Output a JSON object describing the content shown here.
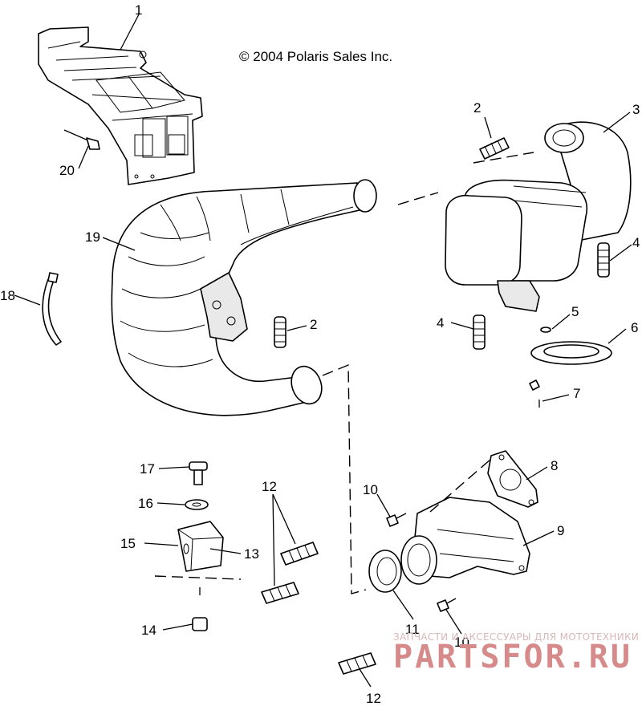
{
  "copyright": "© 2004 Polaris Sales Inc.",
  "callouts": {
    "c1": "1",
    "c2a": "2",
    "c2b": "2",
    "c3": "3",
    "c4a": "4",
    "c4b": "4",
    "c5": "5",
    "c6": "6",
    "c7": "7",
    "c8": "8",
    "c9": "9",
    "c10a": "10",
    "c10b": "10",
    "c11": "11",
    "c12a": "12",
    "c12b": "12",
    "c13": "13",
    "c14": "14",
    "c15": "15",
    "c16": "16",
    "c17": "17",
    "c18": "18",
    "c19": "19",
    "c20": "20"
  },
  "watermark": {
    "tagline": "ЗАПЧАСТИ И АКСЕССУАРЫ ДЛЯ МОТОТЕХНИКИ",
    "brand": "PARTSFOR.RU"
  },
  "colors": {
    "line": "#000000",
    "background": "#ffffff",
    "watermark": "#d68a8a"
  }
}
